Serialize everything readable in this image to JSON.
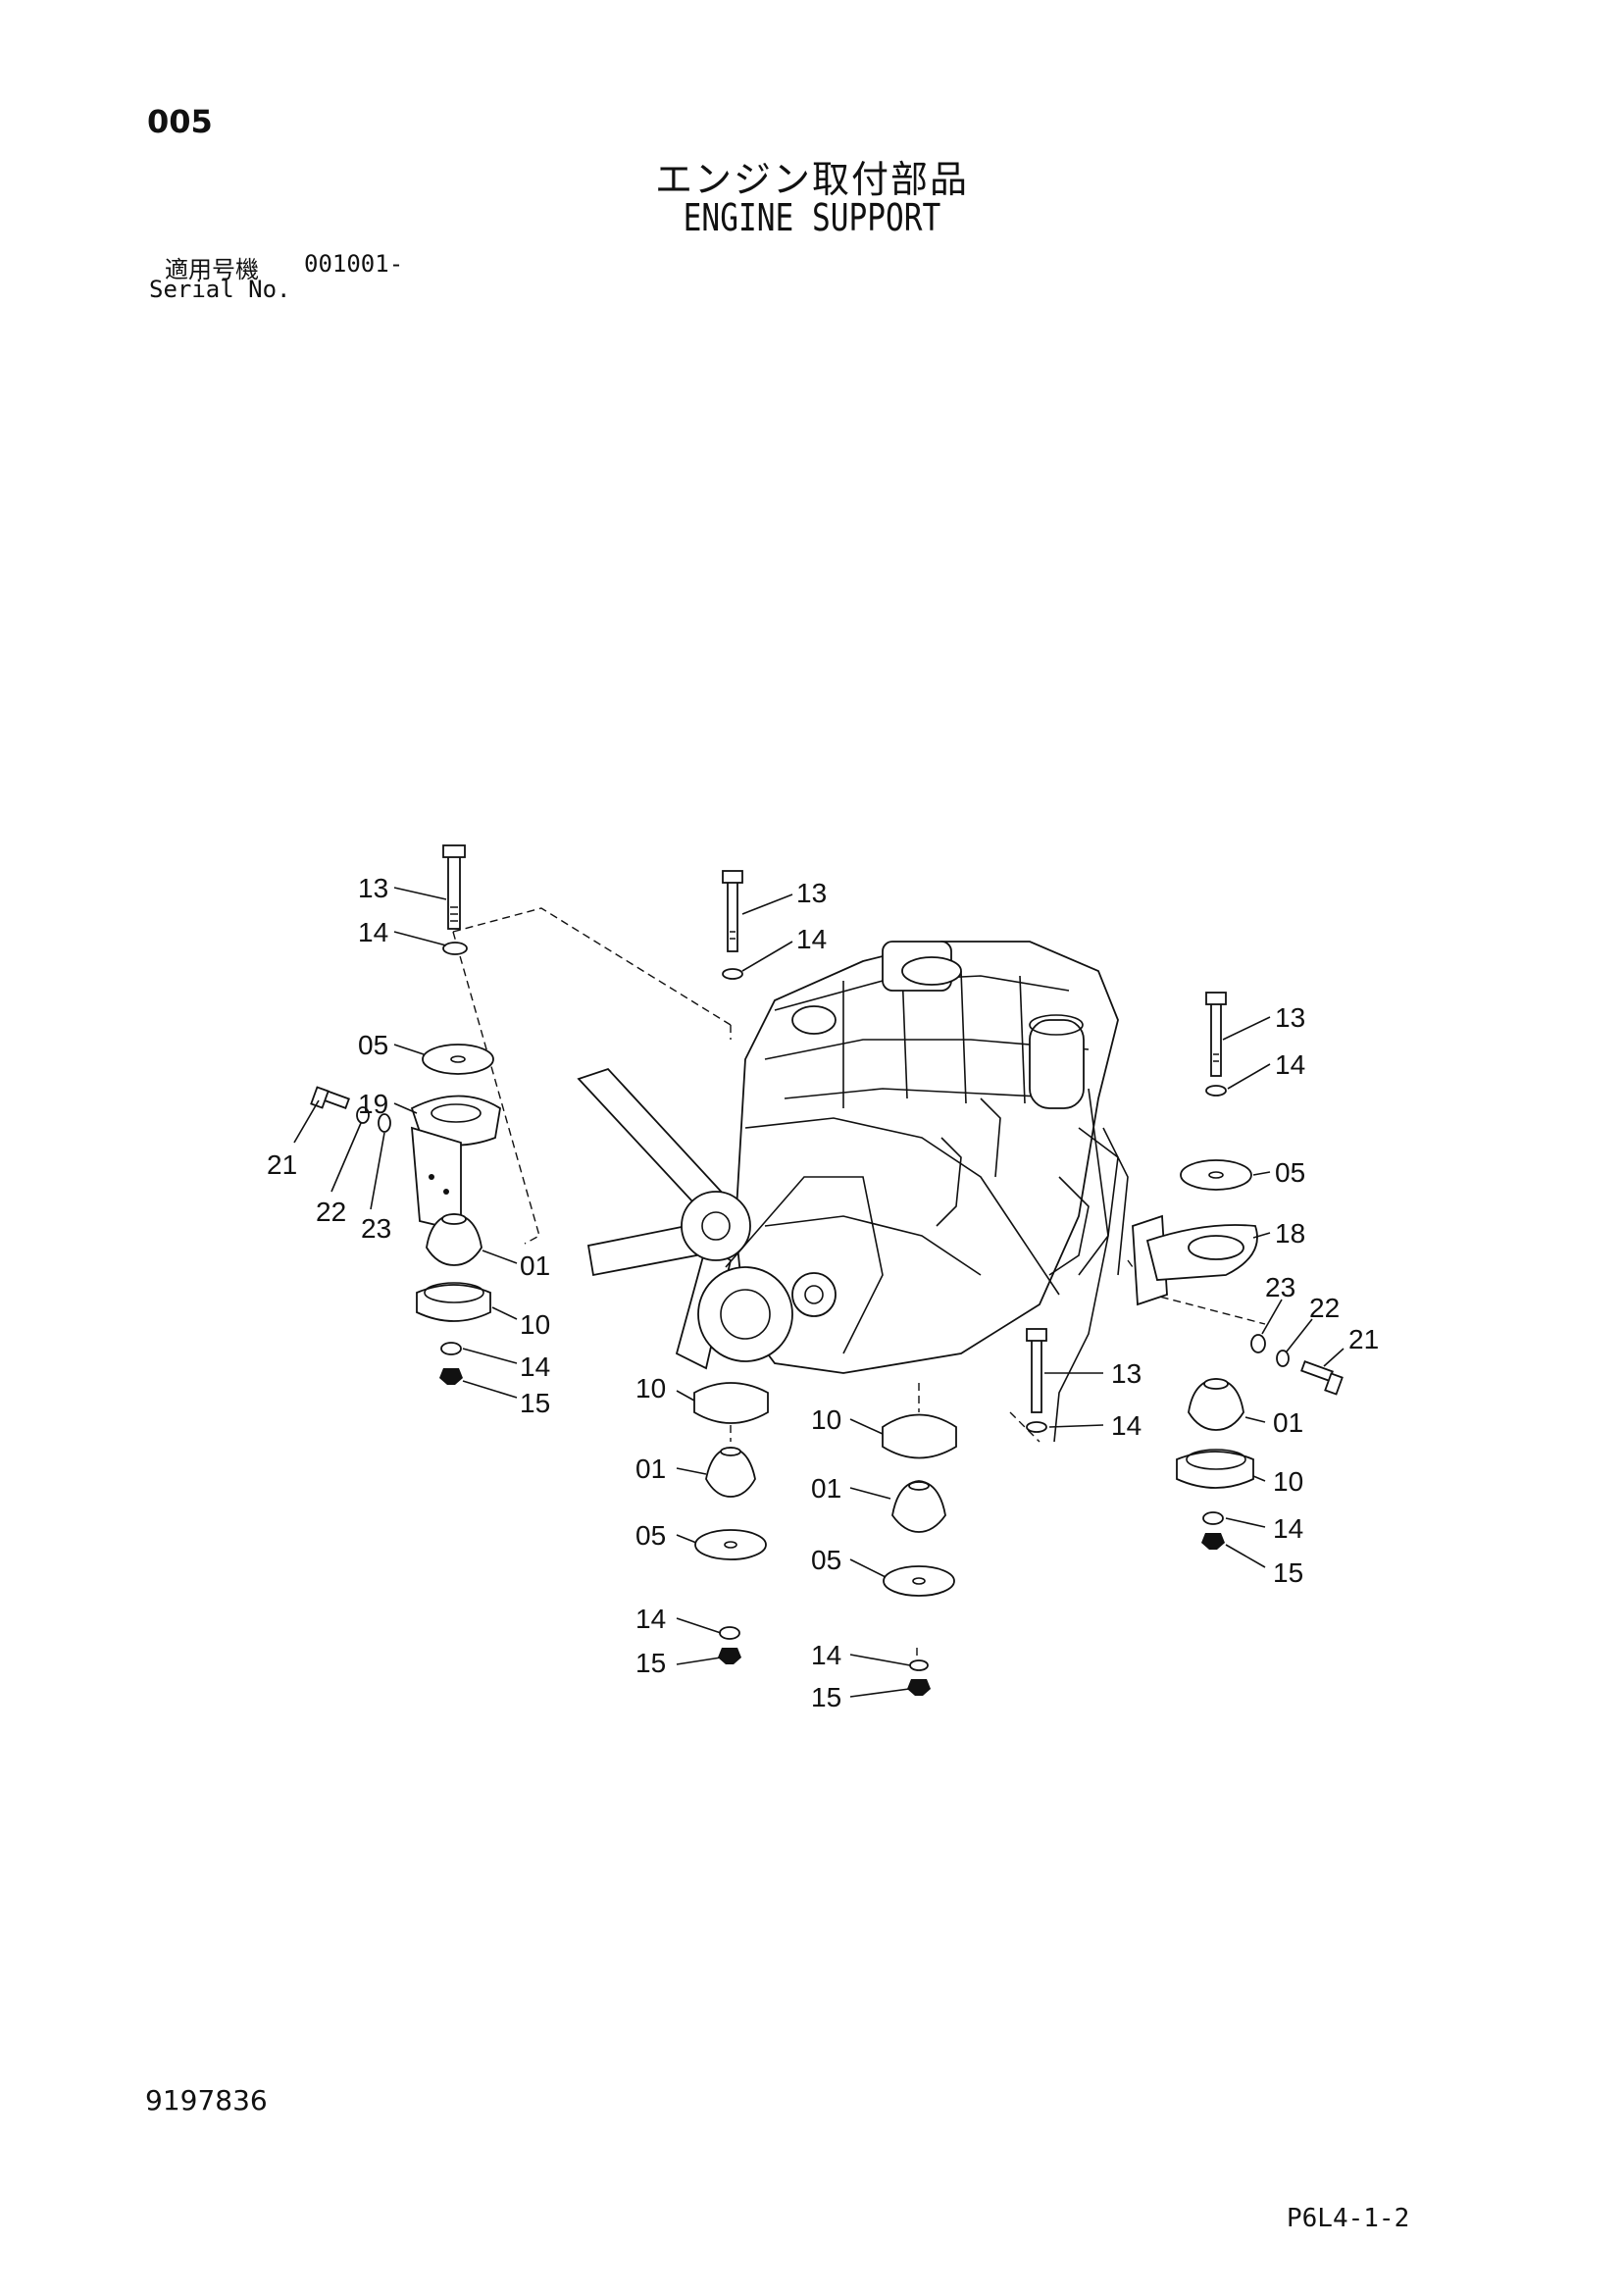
{
  "header": {
    "page_number": "005",
    "title_jp": "エンジン取付部品",
    "title_en": "ENGINE SUPPORT",
    "serial_label_jp": "適用号機",
    "serial_range": "001001-",
    "serial_label_en": "Serial No."
  },
  "footer": {
    "doc_number": "9197836",
    "page_code": "P6L4-1-2"
  },
  "callouts": {
    "c13a": "13",
    "c14a": "14",
    "c05a": "05",
    "c19": "19",
    "c21a": "21",
    "c22a": "22",
    "c23a": "23",
    "c01a": "01",
    "c10a": "10",
    "c14b": "14",
    "c15a": "15",
    "c13b": "13",
    "c14c": "14",
    "c13c": "13",
    "c14d": "14",
    "c05b": "05",
    "c18": "18",
    "c23b": "23",
    "c22b": "22",
    "c21b": "21",
    "c01b": "01",
    "c10b": "10",
    "c14e": "14",
    "c15b": "15",
    "c13d": "13",
    "c14f": "14",
    "c10c": "10",
    "c01c": "01",
    "c05c": "05",
    "c14g": "14",
    "c15c": "15",
    "c10d": "10",
    "c01d": "01",
    "c05d": "05",
    "c14h": "14",
    "c15d": "15"
  }
}
